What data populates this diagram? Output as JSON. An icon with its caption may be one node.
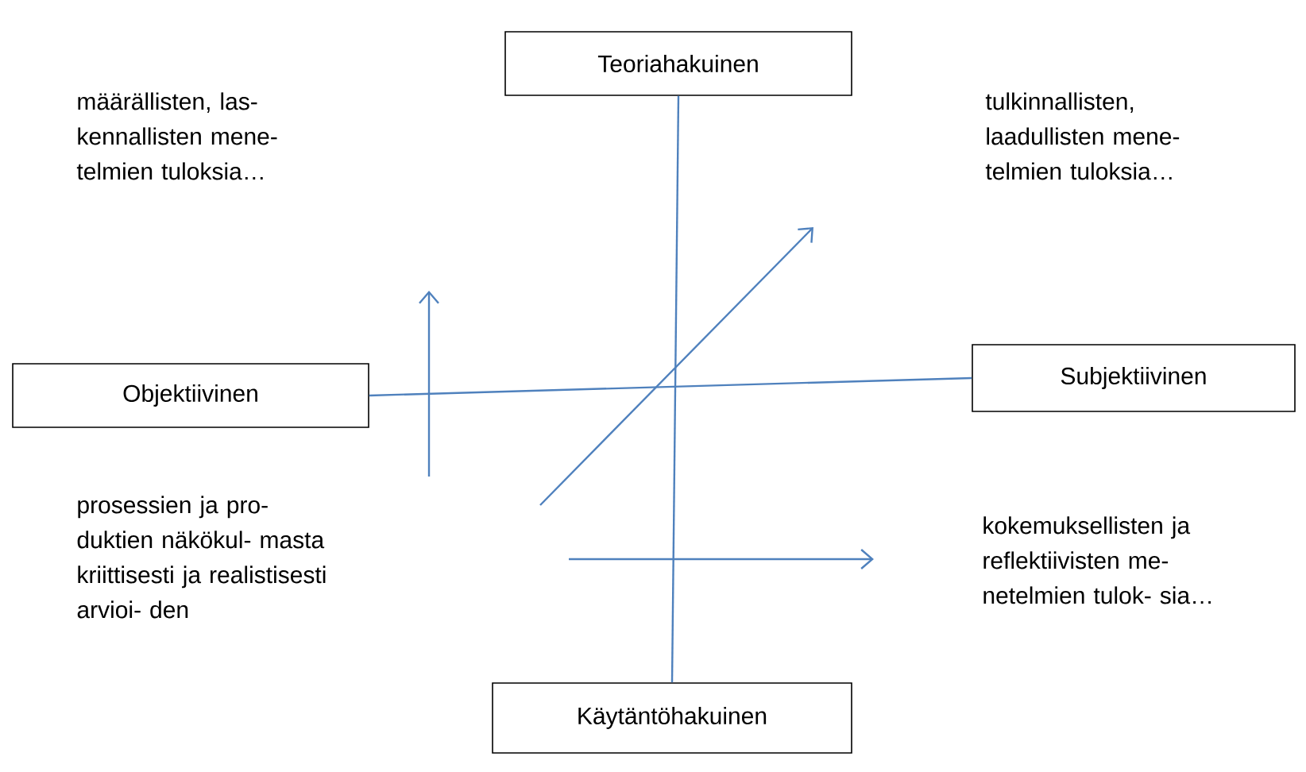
{
  "diagram": {
    "nodes": [
      {
        "text": [
          "Teoriahakuinen"
        ]
      },
      {
        "text": [
          "Objektiivinen"
        ]
      },
      {
        "text": [
          "Subjektiivinen"
        ]
      },
      {
        "text": [
          "Käytäntöhakuinen"
        ]
      }
    ],
    "edges": [
      {
        "from": 0,
        "to": 3,
        "arrow": "none"
      },
      {
        "from": 1,
        "to": 2,
        "arrow": "none"
      }
    ],
    "labels": [
      "määrällisten, las- kennallisten mene- telmien tuloksia…",
      "tulkinnallisten, laadullisten mene- telmien tuloksia…",
      "prosessien ja pro- duktien näkökul- masta kriittisesti ja realistisesti arvioi- den",
      "kokemuksellisten ja reflektiivisten me- netelmien tulok- sia…"
    ]
  }
}
